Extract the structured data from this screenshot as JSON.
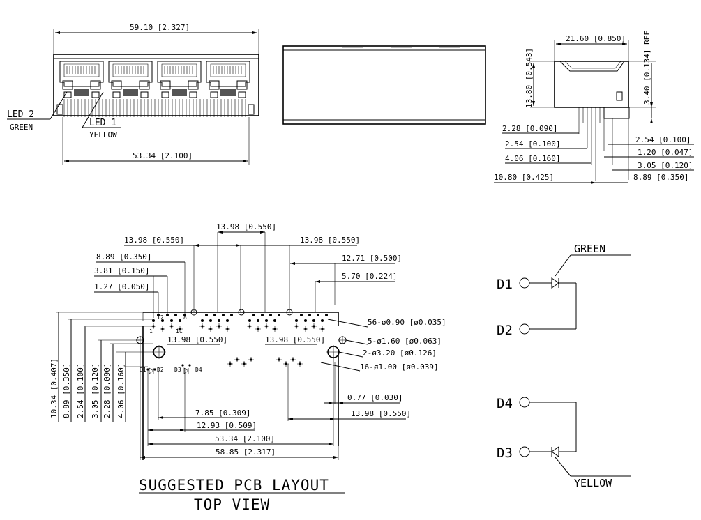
{
  "front_view": {
    "overall_width": "59.10 [2.327]",
    "pin_span": "53.34 [2.100]",
    "led2_label": "LED 2",
    "led2_color": "GREEN",
    "led1_label": "LED 1",
    "led1_color": "YELLOW"
  },
  "side_view": {
    "depth": "21.60 [0.850]",
    "height": "13.80 [0.543]",
    "ref_height": "3.40 [0.134] REF",
    "d_2_28": "2.28 [0.090]",
    "d_2_54_left": "2.54 [0.100]",
    "d_4_06": "4.06 [0.160]",
    "d_10_80": "10.80 [0.425]",
    "d_2_54_right": "2.54 [0.100]",
    "d_1_20": "1.20 [0.047]",
    "d_3_05": "3.05 [0.120]",
    "d_8_89": "8.89 [0.350]"
  },
  "pcb_layout": {
    "top_13_98_center": "13.98 [0.550]",
    "top_13_98_left": "13.98 [0.550]",
    "top_13_98_right": "13.98 [0.550]",
    "d_8_89": "8.89 [0.350]",
    "d_3_81": "3.81 [0.150]",
    "d_1_27": "1.27 [0.050]",
    "d_12_71": "12.71 [0.500]",
    "d_5_70": "5.70 [0.224]",
    "inner_13_98_a": "13.98 [0.550]",
    "inner_13_98_b": "13.98 [0.550]",
    "holes_56": "56-ø0.90 [ø0.035]",
    "holes_5": "5-ø1.60 [ø0.063]",
    "holes_2": "2-ø3.20 [ø0.126]",
    "holes_16": "16-ø1.00 [ø0.039]",
    "v_10_34": "10.34 [0.407]",
    "v_8_89": "8.89 [0.350]",
    "v_2_54": "2.54 [0.100]",
    "v_3_05": "3.05 [0.120]",
    "v_2_28": "2.28 [0.090]",
    "v_4_06": "4.06 [0.160]",
    "d_7_85": "7.85 [0.309]",
    "d_12_93": "12.93 [0.509]",
    "d_53_34": "53.34 [2.100]",
    "d_58_85": "58.85 [2.317]",
    "d_0_77": "0.77 [0.030]",
    "d_13_98_bottom": "13.98 [0.550]",
    "pin_1": "1",
    "pin_8": "8",
    "pin_12": "12",
    "pin_11": "11",
    "led_d1": "D1",
    "led_d2": "D2",
    "led_d3": "D3",
    "led_d4": "D4",
    "title": "SUGGESTED PCB LAYOUT",
    "subtitle": "TOP VIEW"
  },
  "led_schematic": {
    "green": "GREEN",
    "yellow": "YELLOW",
    "d1": "D1",
    "d2": "D2",
    "d4": "D4",
    "d3": "D3"
  }
}
